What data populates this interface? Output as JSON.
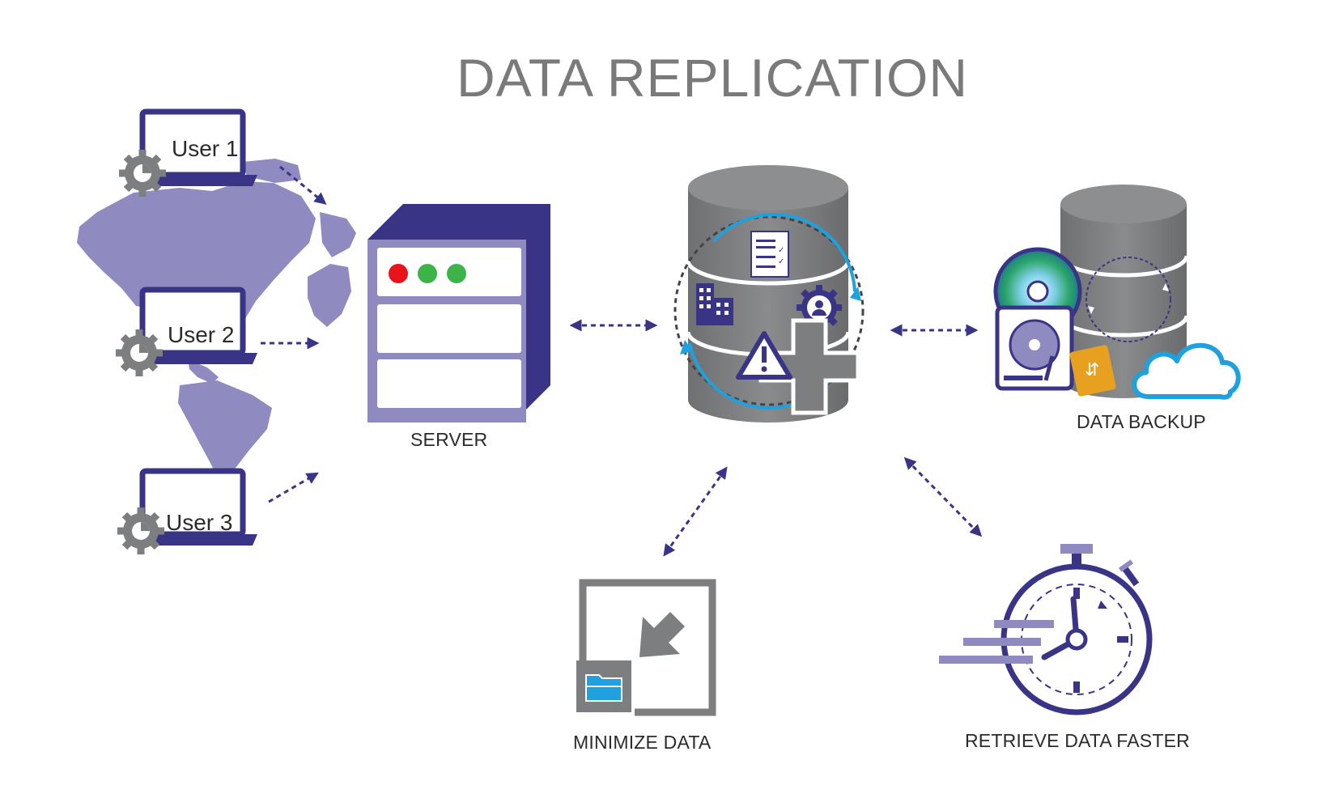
{
  "title": "DATA REPLICATION",
  "nodes": {
    "server": "SERVER",
    "data_backup": "DATA BACKUP",
    "minimize_data": "MINIMIZE DATA",
    "retrieve_faster": "RETRIEVE DATA FASTER"
  },
  "users": [
    "User 1",
    "User 2",
    "User 3"
  ],
  "colors": {
    "navy": "#3a3487",
    "lavender": "#8f8abf",
    "gray": "#7d7e80",
    "cyan": "#1fa1dd",
    "red": "#e8131b",
    "green": "#3cb44a",
    "orange": "#e8a020"
  }
}
